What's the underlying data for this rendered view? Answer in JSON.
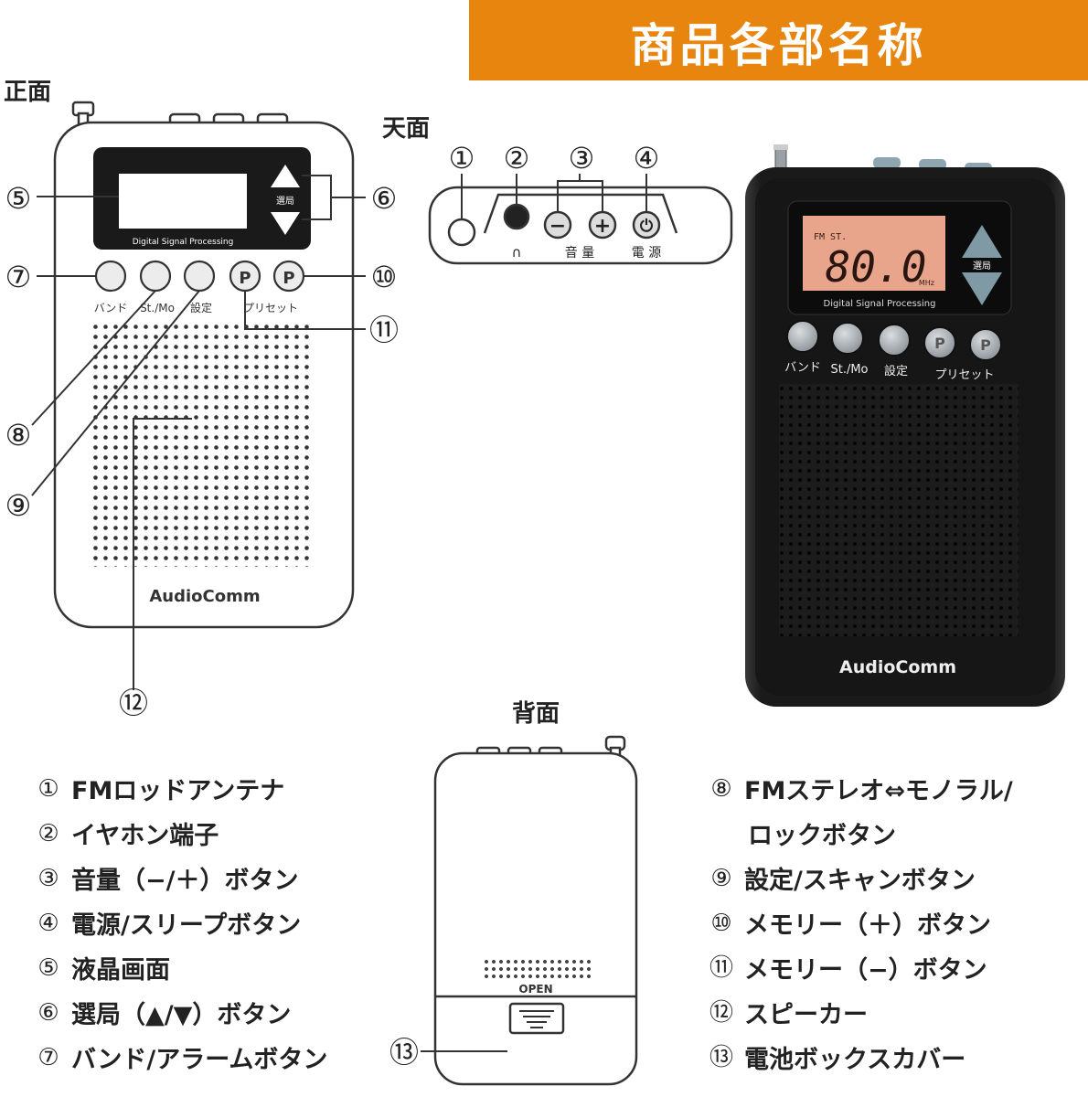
{
  "title": "商品各部名称",
  "views": {
    "front": "正面",
    "top": "天面",
    "back": "背面"
  },
  "front_device": {
    "buttons": [
      "バンド",
      "St./Mo",
      "設定",
      "プリセット"
    ],
    "tuning_label": "選局",
    "dsp_label": "Digital Signal Processing",
    "brand": "AudioComm",
    "callouts": [
      "⑤",
      "⑥",
      "⑦",
      "⑧",
      "⑨",
      "⑩",
      "⑪",
      "⑫"
    ]
  },
  "top_view": {
    "callouts": [
      "①",
      "②",
      "③",
      "④"
    ],
    "volume_label": "音 量",
    "power_label": "電 源",
    "headphone_symbol": "∩"
  },
  "photo_device": {
    "lcd_mode": "FM ST.",
    "lcd_freq": "80.0",
    "lcd_unit": "MHz",
    "tuning_label": "選局",
    "dsp_label": "Digital Signal Processing",
    "buttons": [
      "バンド",
      "St./Mo",
      "設定",
      "プリセット"
    ],
    "brand": "AudioComm",
    "preset_key": "P"
  },
  "back_view": {
    "open_label": "OPEN",
    "callout": "⑬"
  },
  "legend_left": [
    {
      "num": "①",
      "text": "FMロッドアンテナ"
    },
    {
      "num": "②",
      "text": "イヤホン端子"
    },
    {
      "num": "③",
      "text": "音量（−/＋）ボタン"
    },
    {
      "num": "④",
      "text": "電源/スリープボタン"
    },
    {
      "num": "⑤",
      "text": "液晶画面"
    },
    {
      "num": "⑥",
      "text": "選局（▲/▼）ボタン"
    },
    {
      "num": "⑦",
      "text": "バンド/アラームボタン"
    }
  ],
  "legend_right": [
    {
      "num": "⑧",
      "text": "FMステレオ⇔モノラル/"
    },
    {
      "num": "",
      "text": "ロックボタン"
    },
    {
      "num": "⑨",
      "text": "設定/スキャンボタン"
    },
    {
      "num": "⑩",
      "text": "メモリー（＋）ボタン"
    },
    {
      "num": "⑪",
      "text": "メモリー（−）ボタン"
    },
    {
      "num": "⑫",
      "text": "スピーカー"
    },
    {
      "num": "⑬",
      "text": "電池ボックスカバー"
    }
  ],
  "colors": {
    "banner": "#e8850f",
    "lcd_backlight": "#e8a58c",
    "device_body": "#1a1a1a",
    "line_art": "#333333"
  }
}
